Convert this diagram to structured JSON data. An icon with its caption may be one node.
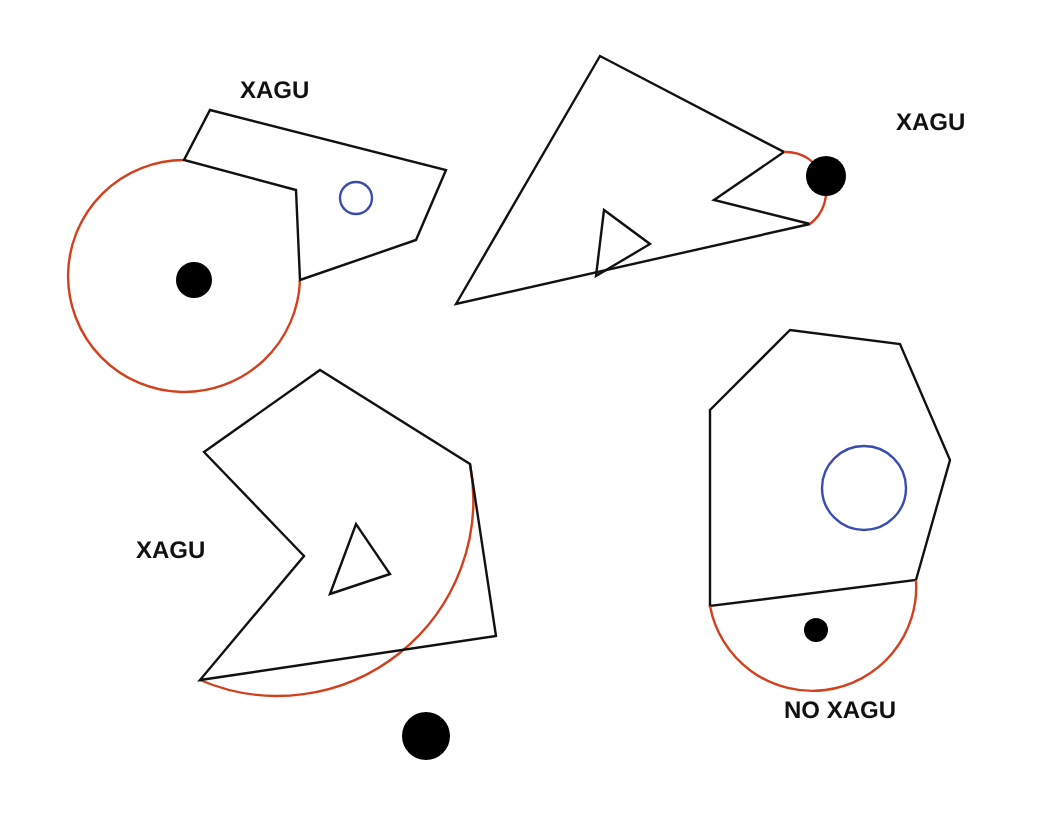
{
  "diagram": {
    "labels": [
      "XAGU",
      "XAGU",
      "XAGU",
      "NO XAGU"
    ]
  }
}
